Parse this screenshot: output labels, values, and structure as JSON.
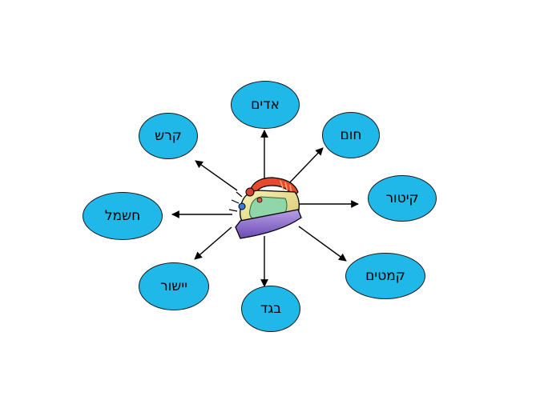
{
  "colors": {
    "bubble_fill": "#1fb8e8",
    "bubble_stroke": "#1a1a1a",
    "arrow": "#000000"
  },
  "center": {
    "icon": "clothes-iron-icon"
  },
  "nodes": [
    {
      "id": "adam",
      "label": "אדים"
    },
    {
      "id": "chom",
      "label": "חום"
    },
    {
      "id": "kitor",
      "label": "קיטור"
    },
    {
      "id": "kmatim",
      "label": "קמטים"
    },
    {
      "id": "beged",
      "label": "בגד"
    },
    {
      "id": "yishur",
      "label": "יישור"
    },
    {
      "id": "chashmal",
      "label": "חשמל"
    },
    {
      "id": "kerash",
      "label": "קרש"
    }
  ]
}
